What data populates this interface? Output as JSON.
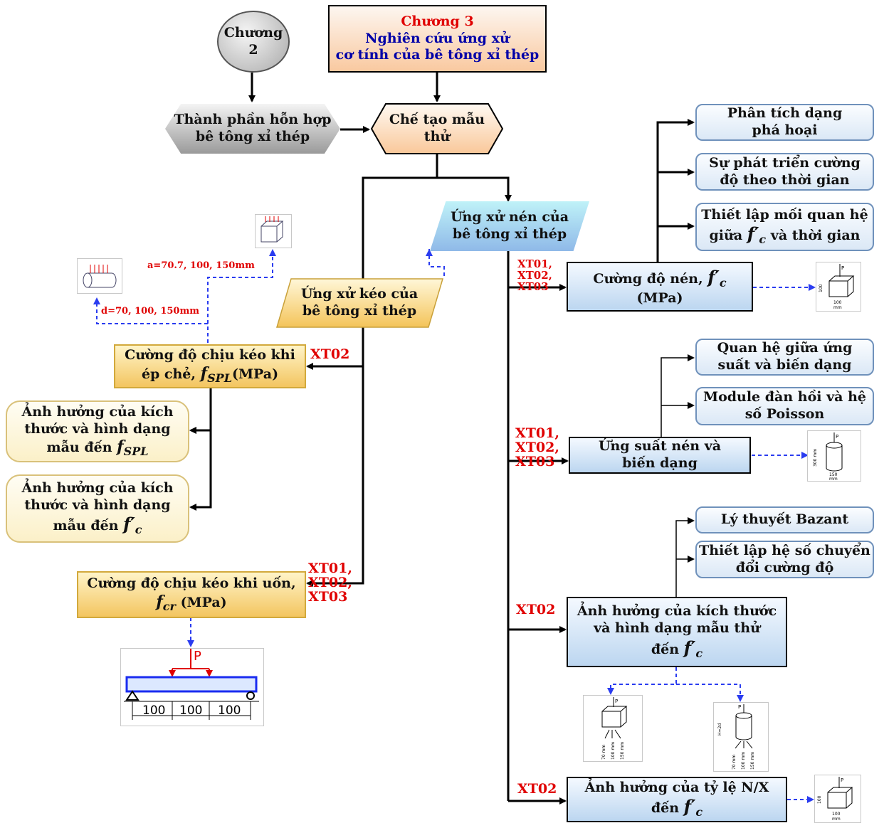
{
  "chapter3": {
    "line1": "Chương 3",
    "line2": "Nghiên cứu ứng xử",
    "line3": "cơ tính của bê tông xỉ thép"
  },
  "chapter2": {
    "line1": "Chương",
    "line2": "2"
  },
  "mix": {
    "line1": "Thành phần hỗn hợp",
    "line2": "bê tông xỉ thép"
  },
  "fab": {
    "line1": "Chế tạo mẫu",
    "line2": "thử"
  },
  "compress": {
    "line1": "Ứng xử nén của",
    "line2": "bê tông xỉ thép"
  },
  "tensile": {
    "line1": "Ứng xử kéo của",
    "line2": "bê tông xỉ thép"
  },
  "dim_cube": "a=70.7, 100, 150mm",
  "dim_cyl": "d=70, 100, 150mm",
  "splitting": {
    "line1": "Cường độ chịu kéo khi",
    "line2_prefix": "ép chẻ, ",
    "sym": "f",
    "sub": "SPL",
    "unit": "(MPa)"
  },
  "size_spl": {
    "line1": "Ảnh hưởng của kích",
    "line2": "thước và hình dạng",
    "line3_prefix": "mẫu đến ",
    "sym": "f",
    "sub": "SPL"
  },
  "size_fc_left": {
    "line1": "Ảnh hưởng của kích",
    "line2": "thước và hình dạng",
    "line3_prefix": "mẫu đến ",
    "sym": "f′",
    "sub": "c"
  },
  "flexural": {
    "line1": "Cường độ chịu kéo khi uốn,",
    "sym": "f",
    "sub": "cr",
    "unit": " (MPa)"
  },
  "beam": {
    "load": "P",
    "spans": [
      "100",
      "100",
      "100"
    ]
  },
  "xt_split": "XT02",
  "xt_flex": [
    "XT01,",
    "XT02,",
    "XT03"
  ],
  "xt_comp_small": [
    "XT01,",
    "XT02,",
    "XT03"
  ],
  "xt_stress": [
    "XT01,",
    "XT02,",
    "XT03"
  ],
  "xt_size": "XT02",
  "xt_wc": "XT02",
  "fc_box": {
    "line1_prefix": "Cường độ nén, ",
    "sym": "f′",
    "sub": "c",
    "line2": "(MPa)"
  },
  "failure": {
    "line1": "Phân tích dạng",
    "line2": "phá hoại"
  },
  "dev": {
    "line1": "Sự phát triển cường",
    "line2": "độ theo thời gian"
  },
  "relation": {
    "line1": "Thiết lập mối quan hệ",
    "line2_prefix": "giữa ",
    "sym": "f′",
    "sub": "c",
    "line2_suffix": " và thời gian"
  },
  "stress_box": {
    "line1": "Ứng suất nén và",
    "line2": "biến dạng"
  },
  "ss_rel": {
    "line1": "Quan hệ giữa ứng",
    "line2": "suất và biến dạng"
  },
  "modulus": {
    "line1": "Module đàn hồi và hệ",
    "line2": "số Poisson"
  },
  "size_box": {
    "line1": "Ảnh hưởng của kích thước",
    "line2": "và hình dạng mẫu  thử",
    "line3_prefix": "đến ",
    "sym": "f′",
    "sub": "c"
  },
  "bazant": "Lý thuyết Bazant",
  "conv": {
    "line1": "Thiết lập hệ số chuyển",
    "line2": "đổi cường độ"
  },
  "wc_box": {
    "line1": "Ảnh hưởng của tỷ lệ N/X",
    "line2_prefix": "đến ",
    "sym": "f′",
    "sub": "c"
  },
  "specimen": {
    "cube_dims": [
      "100",
      "100"
    ],
    "cube_unit": "mm",
    "cyl_h": "300 mm",
    "cyl_d": "150",
    "cyl_unit": "mm",
    "size_labels": [
      "70 mm",
      "100 mm",
      "150 mm"
    ],
    "h2d": "H=2d",
    "load": "P"
  },
  "colors": {
    "red": "#e00000",
    "dash": "#2a3cf0",
    "line": "#000000"
  }
}
